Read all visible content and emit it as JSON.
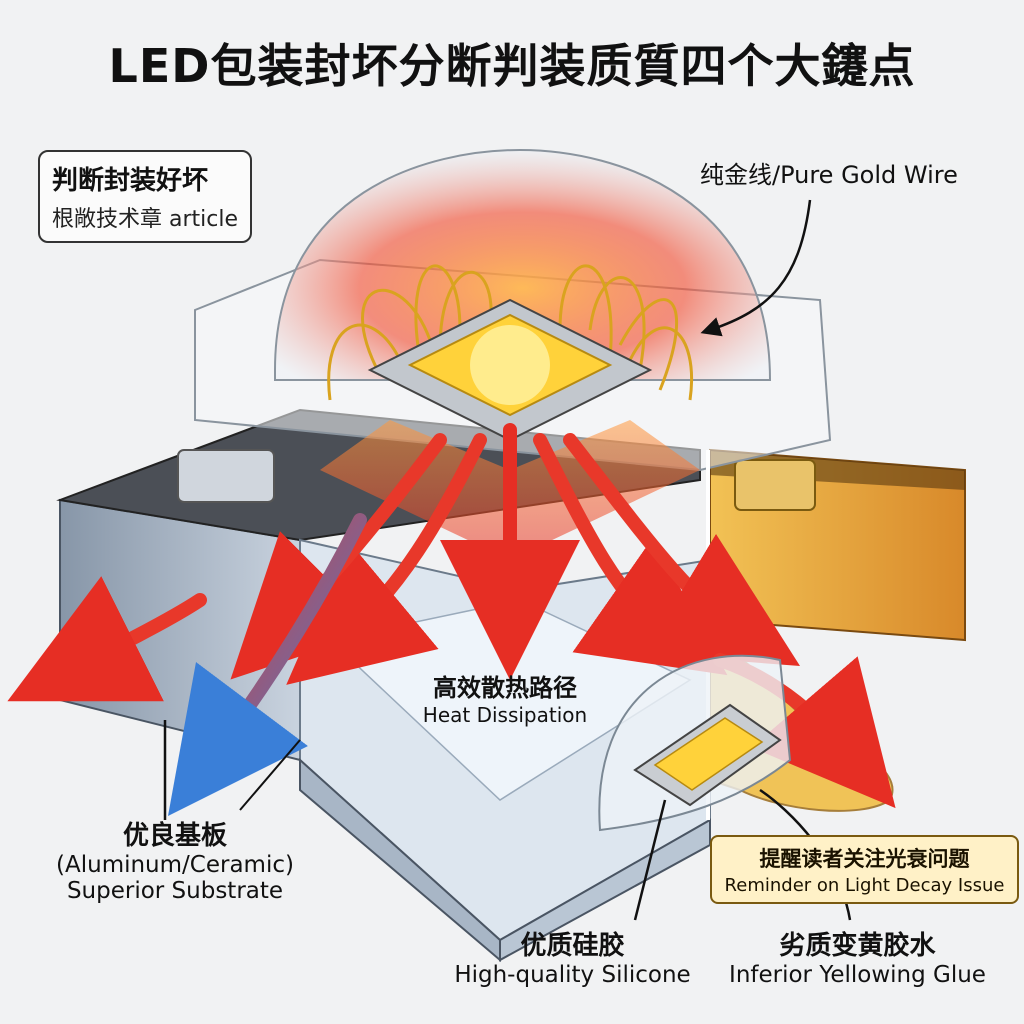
{
  "title": "LED包装封坏分断判装质質四个大鑳点",
  "corner_note": {
    "cn": "判断封装好坏",
    "en": "根敞技术章 article"
  },
  "gold_wire": {
    "text": "纯金线/Pure Gold Wire"
  },
  "heat": {
    "cn": "高效散热路径",
    "en": "Heat Dissipation"
  },
  "substrate": {
    "cn": "优良基板",
    "en1": "(Aluminum/Ceramic)",
    "en2": "Superior Substrate"
  },
  "silicone": {
    "cn": "优质硅胶",
    "en": "High-quality Silicone"
  },
  "glue": {
    "cn": "劣质变黄胶水",
    "en": "Inferior Yellowing Glue"
  },
  "reminder": {
    "cn": "提醒读者关注光衰问题",
    "en": "Reminder on Light Decay Issue"
  },
  "colors": {
    "heat_arrow": "#e8382a",
    "cool_arrow": "#3a7fd8",
    "chip": "#ffd23a",
    "yellow_glue": "#e9b22e",
    "substrate": "#c9d3df"
  }
}
